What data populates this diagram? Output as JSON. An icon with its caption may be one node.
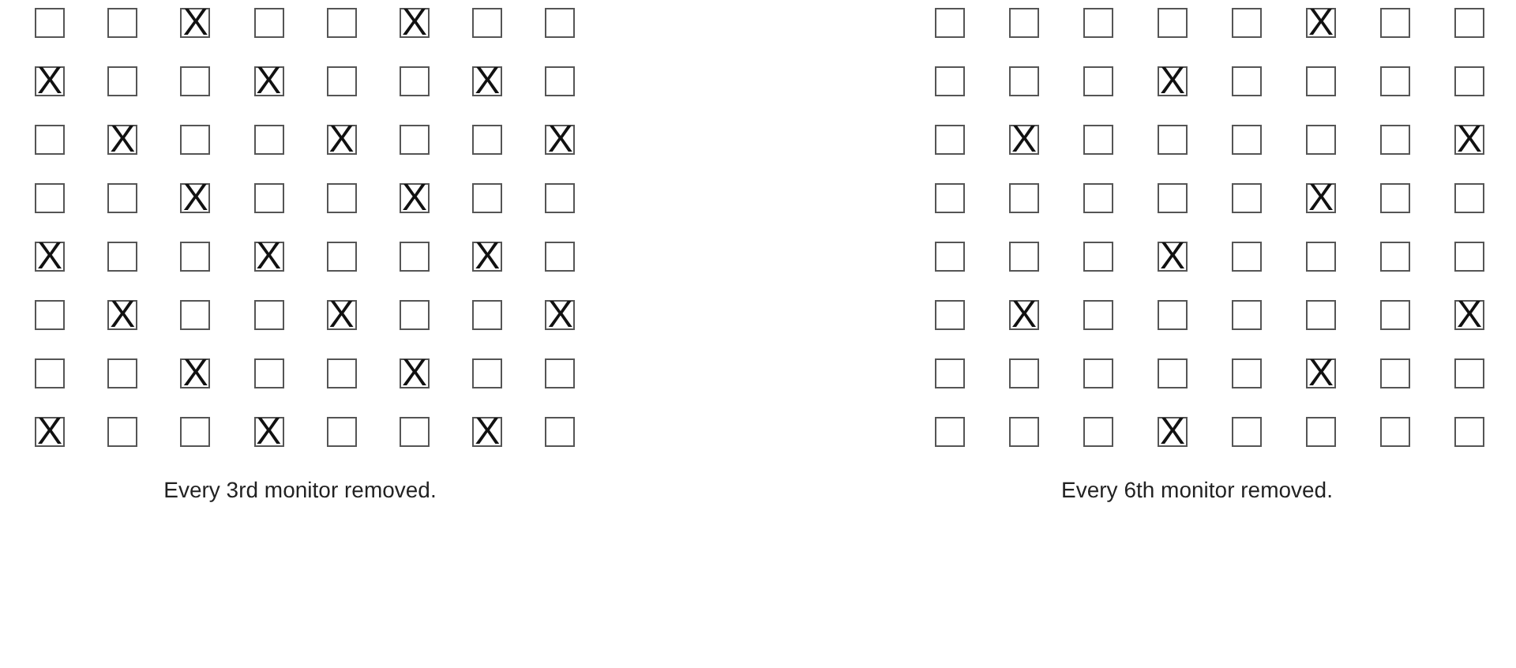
{
  "diagram": {
    "nodes": [
      {
        "text": [],
        "shape": "box"
      },
      {
        "text": [],
        "shape": "box"
      },
      {
        "text": [
          "X"
        ]
      },
      {
        "text": [],
        "shape": "box"
      },
      {
        "text": [],
        "shape": "box"
      },
      {
        "text": [
          "X"
        ]
      },
      {
        "text": [],
        "shape": "box"
      },
      {
        "text": [],
        "shape": "box"
      },
      {
        "text": [
          "X"
        ]
      },
      {
        "text": [],
        "shape": "box"
      },
      {
        "text": [],
        "shape": "box"
      },
      {
        "text": [
          "X"
        ]
      },
      {
        "text": [],
        "shape": "box"
      },
      {
        "text": [],
        "shape": "box"
      },
      {
        "text": [
          "X"
        ]
      },
      {
        "text": [],
        "shape": "box"
      },
      {
        "text": [],
        "shape": "box"
      },
      {
        "text": [
          "X"
        ]
      },
      {
        "text": [],
        "shape": "box"
      },
      {
        "text": [],
        "shape": "box"
      },
      {
        "text": [
          "X"
        ]
      },
      {
        "text": [],
        "shape": "box"
      },
      {
        "text": [],
        "shape": "box"
      },
      {
        "text": [
          "X"
        ]
      },
      {
        "text": [],
        "shape": "box"
      },
      {
        "text": [],
        "shape": "box"
      },
      {
        "text": [
          "X"
        ]
      },
      {
        "text": [],
        "shape": "box"
      },
      {
        "text": [],
        "shape": "box"
      },
      {
        "text": [
          "X"
        ]
      },
      {
        "text": [],
        "shape": "box"
      },
      {
        "text": [],
        "shape": "box"
      },
      {
        "text": [
          "X"
        ]
      },
      {
        "text": [],
        "shape": "box"
      },
      {
        "text": [],
        "shape": "box"
      },
      {
        "text": [
          "X"
        ]
      },
      {
        "text": [],
        "shape": "box"
      },
      {
        "text": [],
        "shape": "box"
      },
      {
        "text": [
          "X"
        ]
      },
      {
        "text": [],
        "shape": "box"
      },
      {
        "text": [],
        "shape": "box"
      },
      {
        "text": [
          "X"
        ]
      },
      {
        "text": [],
        "shape": "box"
      },
      {
        "text": [],
        "shape": "box"
      },
      {
        "text": [
          "X"
        ]
      },
      {
        "text": [],
        "shape": "box"
      },
      {
        "text": [],
        "shape": "box"
      },
      {
        "text": [
          "X"
        ]
      },
      {
        "text": [],
        "shape": "box"
      },
      {
        "text": [],
        "shape": "box"
      },
      {
        "text": [
          "X"
        ]
      },
      {
        "text": [],
        "shape": "box"
      },
      {
        "text": [],
        "shape": "box"
      },
      {
        "text": [
          "X"
        ]
      },
      {
        "text": [],
        "shape": "box"
      },
      {
        "text": [],
        "shape": "box"
      },
      {
        "text": [
          "X"
        ]
      },
      {
        "text": [],
        "shape": "box"
      },
      {
        "text": [],
        "shape": "box"
      },
      {
        "text": [
          "X"
        ]
      },
      {
        "text": [],
        "shape": "box"
      },
      {
        "text": [],
        "shape": "box"
      },
      {
        "text": [
          "X"
        ]
      },
      {
        "text": [],
        "shape": "box"
      },
      {
        "text": [],
        "shape": "box"
      },
      {
        "text": [],
        "shape": "box"
      },
      {
        "text": [],
        "shape": "box"
      },
      {
        "text": [],
        "shape": "box"
      },
      {
        "text": [],
        "shape": "box"
      },
      {
        "text": [
          "X"
        ]
      },
      {
        "text": [],
        "shape": "box"
      },
      {
        "text": [],
        "shape": "box"
      },
      {
        "text": [],
        "shape": "box"
      },
      {
        "text": [],
        "shape": "box"
      },
      {
        "text": [],
        "shape": "box"
      },
      {
        "text": [
          "X"
        ]
      },
      {
        "text": [],
        "shape": "box"
      },
      {
        "text": [],
        "shape": "box"
      },
      {
        "text": [],
        "shape": "box"
      },
      {
        "text": [],
        "shape": "box"
      },
      {
        "text": [],
        "shape": "box"
      },
      {
        "text": [
          "X"
        ]
      },
      {
        "text": [],
        "shape": "box"
      },
      {
        "text": [],
        "shape": "box"
      },
      {
        "text": [],
        "shape": "box"
      },
      {
        "text": [],
        "shape": "box"
      },
      {
        "text": [],
        "shape": "box"
      },
      {
        "text": [
          "X"
        ]
      },
      {
        "text": [],
        "shape": "box"
      },
      {
        "text": [],
        "shape": "box"
      },
      {
        "text": [],
        "shape": "box"
      },
      {
        "text": [],
        "shape": "box"
      },
      {
        "text": [],
        "shape": "box"
      },
      {
        "text": [
          "X"
        ]
      },
      {
        "text": [],
        "shape": "box"
      },
      {
        "text": [],
        "shape": "box"
      },
      {
        "text": [],
        "shape": "box"
      },
      {
        "text": [],
        "shape": "box"
      },
      {
        "text": [],
        "shape": "box"
      },
      {
        "text": [
          "X"
        ]
      },
      {
        "text": [],
        "shape": "box"
      },
      {
        "text": [],
        "shape": "box"
      },
      {
        "text": [],
        "shape": "box"
      },
      {
        "text": [],
        "shape": "box"
      },
      {
        "text": [],
        "shape": "box"
      },
      {
        "text": [
          "X"
        ]
      },
      {
        "text": [],
        "shape": "box"
      },
      {
        "text": [],
        "shape": "box"
      },
      {
        "text": [],
        "shape": "box"
      },
      {
        "text": [],
        "shape": "box"
      },
      {
        "text": [],
        "shape": "box"
      },
      {
        "text": [
          "X"
        ]
      },
      {
        "text": [],
        "shape": "box"
      },
      {
        "text": [],
        "shape": "box"
      },
      {
        "text": [],
        "shape": "box"
      },
      {
        "text": [],
        "shape": "box"
      },
      {
        "text": [],
        "shape": "box"
      },
      {
        "text": [
          "X"
        ]
      },
      {
        "text": [],
        "shape": "box"
      },
      {
        "text": [],
        "shape": "box"
      },
      {
        "text": [],
        "shape": "box"
      },
      {
        "text": [],
        "shape": "box"
      },
      {
        "text": [],
        "shape": "box"
      },
      {
        "text": [
          "X"
        ]
      },
      {
        "text": [],
        "shape": "box"
      },
      {
        "text": [],
        "shape": "box"
      },
      {
        "text": [],
        "shape": "box"
      },
      {
        "text": [],
        "shape": "box"
      }
    ],
    "labels": [
      "Every 3rd monitor removed.",
      "Every 6th monitor removed."
    ]
  }
}
